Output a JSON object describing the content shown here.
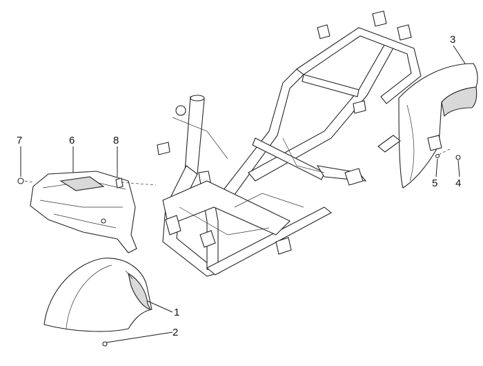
{
  "diagram": {
    "callouts": [
      {
        "id": "1",
        "label": "1"
      },
      {
        "id": "2",
        "label": "2"
      },
      {
        "id": "3",
        "label": "3"
      },
      {
        "id": "4",
        "label": "4"
      },
      {
        "id": "5",
        "label": "5"
      },
      {
        "id": "6",
        "label": "6"
      },
      {
        "id": "7",
        "label": "7"
      },
      {
        "id": "8",
        "label": "8"
      }
    ]
  },
  "colors": {
    "line": "#1a1a1a",
    "shade": "#d9d9d9",
    "background": "#ffffff"
  }
}
